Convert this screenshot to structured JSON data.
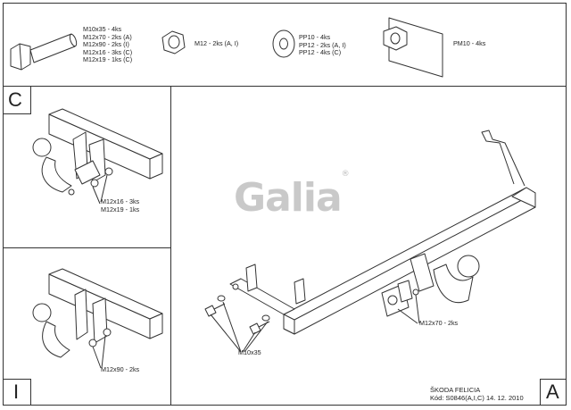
{
  "parts": {
    "bolts": [
      "M10x35 - 4ks",
      "M12x70 - 2ks (A)",
      "M12x90 - 2ks (I)",
      "M12x16 - 3ks (C)",
      "M12x19 - 1ks (C)"
    ],
    "nuts": "M12 - 2ks (A, I)",
    "washers": [
      "PP10 - 4ks",
      "PP12 - 2ks (A, I)",
      "PP12 - 4ks (C)"
    ],
    "plates": "PM10 - 4ks"
  },
  "panels": {
    "c": {
      "letter": "C",
      "labels": [
        "M12x16 - 3ks",
        "M12x19 - 1ks"
      ]
    },
    "i": {
      "letter": "I",
      "label": "M12x90 - 2ks"
    },
    "a": {
      "letter": "A",
      "label_bolt": "M12x70 - 2ks",
      "label_side": "M10x35"
    }
  },
  "logo": {
    "text": "Galia",
    "mark": "®"
  },
  "title_block": {
    "model": "ŠKODA FELICIA",
    "code": "Kód: S0846(A,I,C)  14. 12. 2010"
  }
}
